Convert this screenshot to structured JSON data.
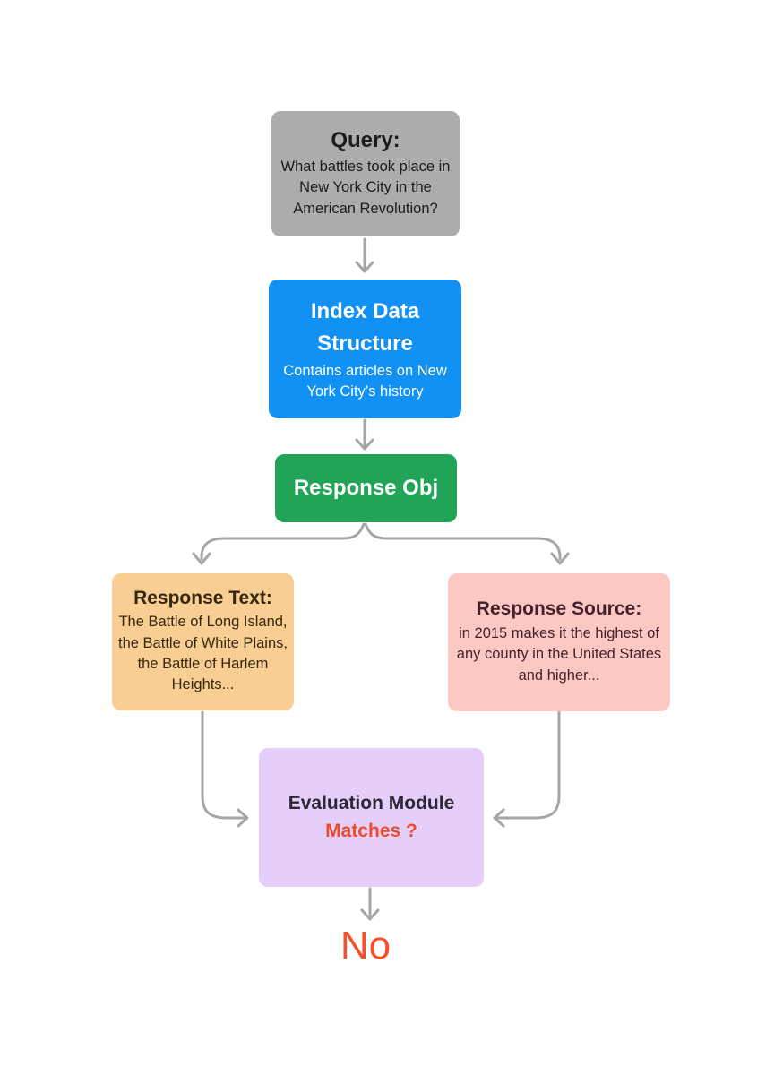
{
  "diagram": {
    "query": {
      "title": "Query:",
      "body": "What battles took place in New York City in the American Revolution?"
    },
    "index_data_structure": {
      "title": "Index Data Structure",
      "body": "Contains articles on New York City’s history"
    },
    "response_obj": {
      "title": "Response Obj"
    },
    "response_text": {
      "title": "Response Text:",
      "body": "The Battle of Long Island, the Battle of White Plains, the Battle of Harlem Heights..."
    },
    "response_source": {
      "title": "Response Source:",
      "body": "in 2015 makes it the highest of any county in the United States and higher..."
    },
    "evaluation_module": {
      "title": "Evaluation Module",
      "question": "Matches ?"
    },
    "result": {
      "label": "No"
    }
  },
  "palette": {
    "query_bg": "#ACACAC",
    "index_bg": "#1091F3",
    "response_obj_bg": "#21A457",
    "response_text_bg": "#F9CE92",
    "response_source_bg": "#FBC8C3",
    "evaluation_bg": "#E5CFFA",
    "arrow": "#A6A6A6",
    "question_accent": "#EE4B2B",
    "result_accent": "#F4512C",
    "light_text": "#FFFFFF",
    "dark_text": "#1C1C1E"
  }
}
